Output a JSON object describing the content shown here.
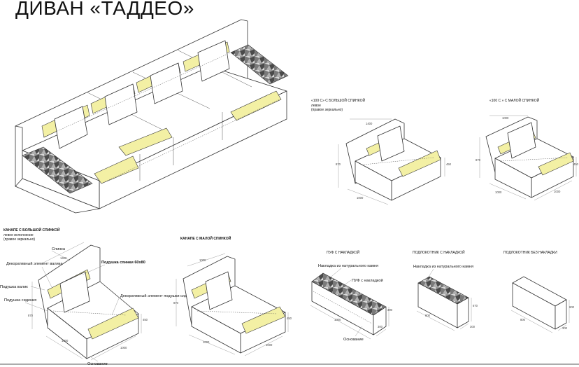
{
  "title": "ДИВАН «ТАДДЕО»",
  "modules": {
    "corner_big": {
      "caption": "«100 С» С БОЛЬШОЙ СПИНКОЙ",
      "note1": "левое",
      "note2": "(правое зеркально)",
      "dims": [
        "1400",
        "870",
        "1000",
        "450"
      ]
    },
    "corner_small": {
      "caption": "«100 С » С МАЛОЙ СПИНКОЙ",
      "dims": [
        "1000",
        "870",
        "450",
        "1000",
        "1000"
      ]
    },
    "canape_big": {
      "caption": "КАНАПЕ С БОЛЬШОЙ СПИНКОЙ",
      "note1": "левое исполнение",
      "note2": "(правое зеркально)",
      "dims": [
        "1400",
        "870",
        "450",
        "1000",
        "1000"
      ]
    },
    "canape_small": {
      "caption": "КАНАПЕ С МАЛОЙ СПИНКОЙ",
      "dims": [
        "1000",
        "870",
        "450",
        "1000",
        "1000"
      ]
    },
    "pouf": {
      "caption": "ПУФ С НАКЛАДКОЙ",
      "dims": [
        "1000",
        "390",
        "300"
      ]
    },
    "armrest_overlay": {
      "caption": "ПОДЛОКОТНИК С  НАКЛАДКОЙ",
      "dims": [
        "800",
        "670",
        "300"
      ]
    },
    "armrest_plain": {
      "caption": "ПОДЛОКОТНИК БЕЗ НАКЛАДКИ",
      "dims": [
        "800",
        "600",
        "300"
      ]
    }
  },
  "callouts": {
    "back": "Спинка",
    "roll": "Декоративный элемент валика",
    "back_pillow": "Подушка спинки 60х80",
    "seat_pillow_1": "Подушка валик",
    "seat_pillow_2": "Подушка сидения",
    "decor_right": "Декоративный элемент подушки сидения",
    "base": "Основание",
    "natural_stone_1": "Накладка из натурального камня",
    "pouf_overlay": "ПУФ с накладкой",
    "base_pouf": "Основание",
    "natural_stone_2": "Накладка из натурального камня"
  }
}
